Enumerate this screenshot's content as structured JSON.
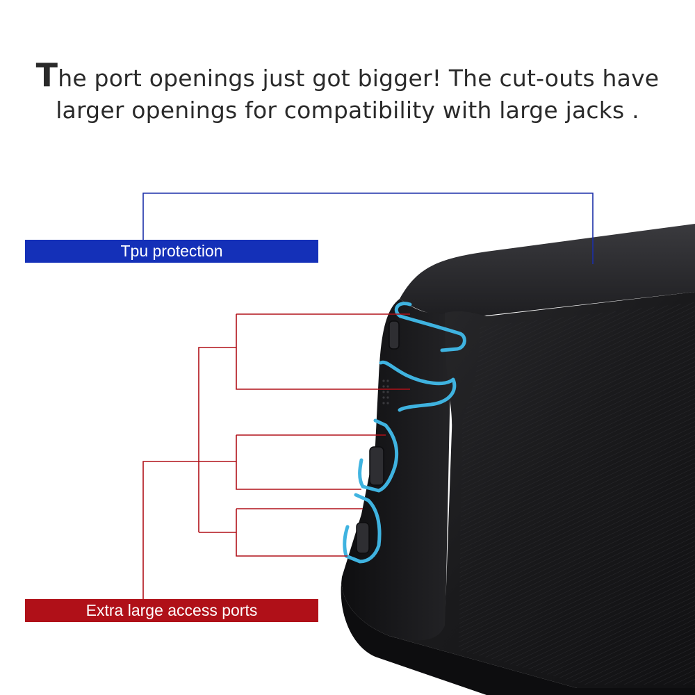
{
  "headline": {
    "initial": "T",
    "line1_rest": "he port openings just got bigger! The cut-outs have",
    "line2": "larger openings for compatibility with large jacks ."
  },
  "labels": {
    "tpu": "Tpu protection",
    "ports": "Extra large access ports"
  },
  "colors": {
    "tpu_label": "#1430b8",
    "ports_label": "#b01018",
    "callout_blue": "#1b2fa8",
    "callout_red": "#b01018",
    "port_outline": "#3fb3e0",
    "case_body": "#1c1c1e"
  }
}
